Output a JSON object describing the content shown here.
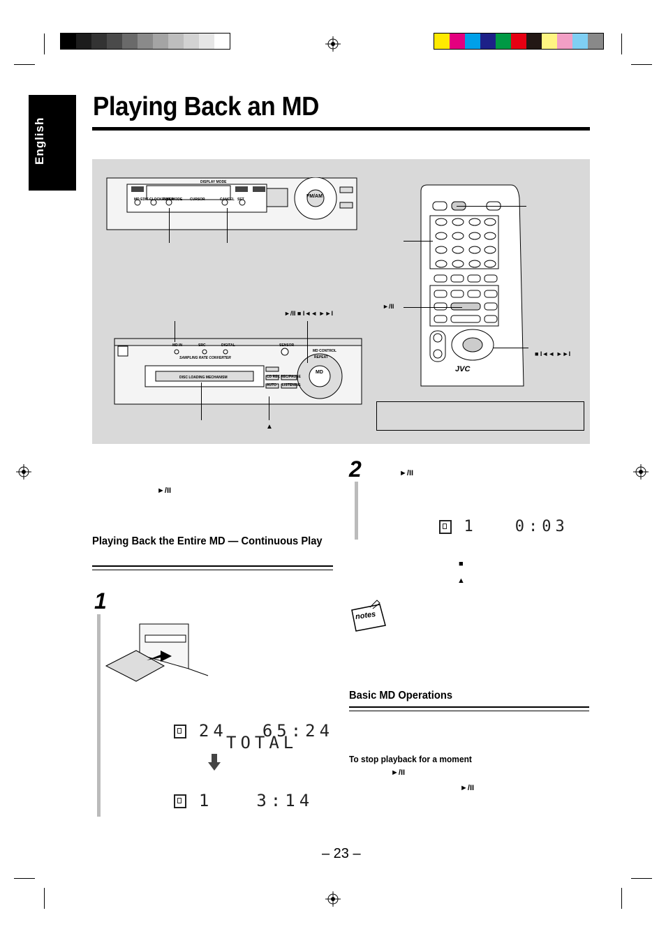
{
  "language_tab": "English",
  "title": "Playing Back an MD",
  "colors": {
    "grayscale": [
      "#000000",
      "#1c1c1c",
      "#333333",
      "#4a4a4a",
      "#6a6a6a",
      "#8a8a8a",
      "#a4a4a4",
      "#bdbdbd",
      "#d2d2d2",
      "#e6e6e6",
      "#ffffff"
    ],
    "process": [
      "#ffea00",
      "#e4007f",
      "#00a0e9",
      "#1d2088",
      "#009944",
      "#e60012",
      "#231815",
      "#fff582",
      "#f29fc5",
      "#7fcff3",
      "#898989"
    ],
    "figure_bg": "#d9d9d9"
  },
  "figure": {
    "play_pause_symbol": "►/II",
    "transport_symbols": "►/II  ■  I◄◄  ►►I",
    "remote_play_label": "►/II",
    "remote_transport_label": "■  I◄◄  ►►I",
    "eject_symbol": "▲",
    "remote_brand": "JVC",
    "md_button_label": "MD",
    "fm_am_label": "FM/AM",
    "disc_loading_label": "DISC LOADING MECHANISM",
    "sampling_label": "SAMPLING RATE CONVERTER",
    "md_in_label": "MD IN",
    "src_label": "SRC",
    "digital_label": "DIGITAL",
    "sensor_label": "SENSOR",
    "md_control_label": "MD CONTROL",
    "repeat_label": "REPEAT",
    "cd_rec_label": "CD REC",
    "recpause_label": "REC/PAUSE",
    "auto_label": "AUTO",
    "listening_label": "LISTENING",
    "display_label": "DISPLAY MODE",
    "play_mode_label": "PLAY MODE",
    "cancel_label": "CANCEL",
    "set_label": "SET",
    "md_edit_label": "MD EDIT",
    "cursor_label": "CURSOR",
    "clock_label": "CLOCK TIMER"
  },
  "left_col": {
    "play_symbol": "►/II",
    "section_heading": "Playing Back the Entire MD — Continuous Play",
    "step1_num": "1",
    "lcd1": {
      "tracks": "24",
      "time": "65:24"
    },
    "lcd_total": "TOTAL",
    "lcd2": {
      "track": "1",
      "time": "3:14"
    }
  },
  "right_col": {
    "step2_num": "2",
    "play_symbol": "►/II",
    "lcd3": {
      "track": "1",
      "time": "0:03"
    },
    "stop_symbol": "■",
    "eject_symbol": "▲",
    "notes_label": "notes",
    "section_heading": "Basic MD Operations",
    "subheading": "To stop playback for a moment",
    "pause_symbol_1": "►/II",
    "pause_symbol_2": "►/II"
  },
  "page_number": "– 23 –"
}
